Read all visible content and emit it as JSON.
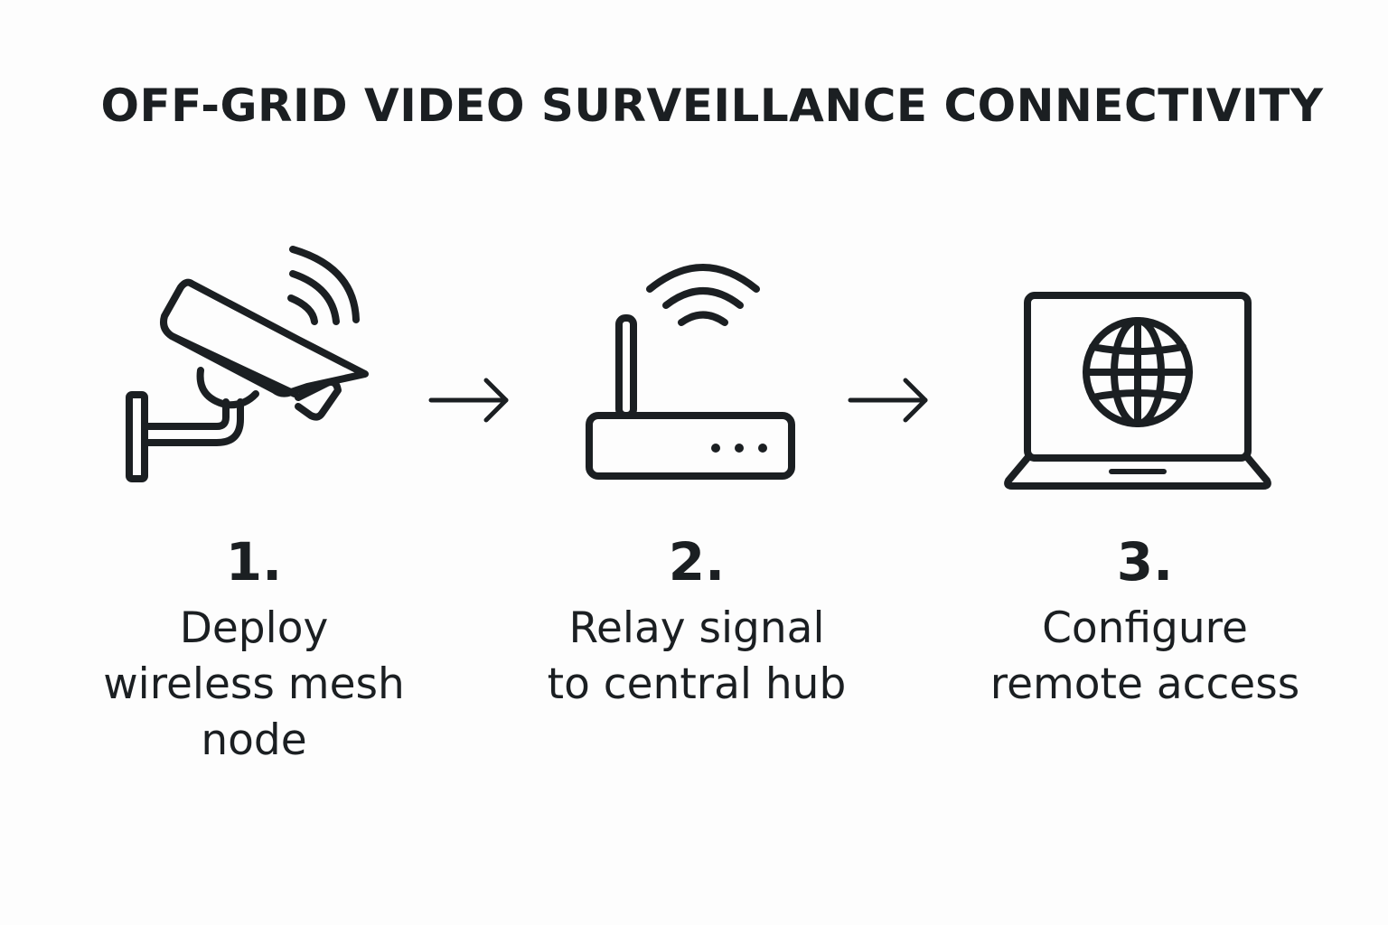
{
  "title": "OFF-GRID VIDEO SURVEILLANCE CONNECTIVITY",
  "colors": {
    "background": "#fdfdfd",
    "ink": "#1b1f22"
  },
  "steps": [
    {
      "number": "1.",
      "label": "Deploy\nwireless mesh\nnode",
      "icon": "security-camera-wireless-icon"
    },
    {
      "number": "2.",
      "label": "Relay signal\nto central hub",
      "icon": "wifi-router-icon"
    },
    {
      "number": "3.",
      "label": "Configure\nremote access",
      "icon": "laptop-globe-icon"
    }
  ],
  "connectors": [
    "arrow-right-icon",
    "arrow-right-icon"
  ]
}
